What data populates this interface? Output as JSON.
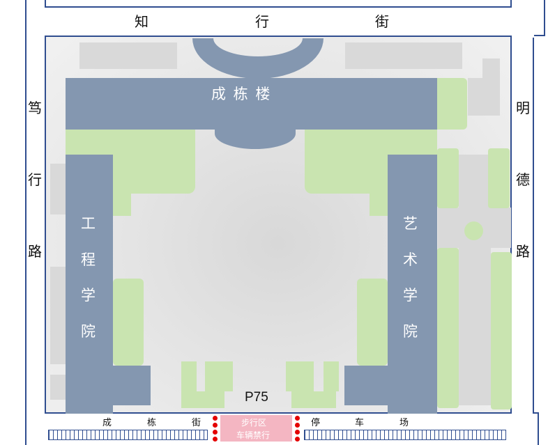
{
  "streets": {
    "north": [
      "知",
      "行",
      "街"
    ],
    "west": [
      "笃",
      "行",
      "路"
    ],
    "east": [
      "明",
      "德",
      "路"
    ],
    "south": [
      "成",
      "栋",
      "街"
    ]
  },
  "buildings": {
    "main": "成 栋 楼",
    "engineering": [
      "工",
      "程",
      "学",
      "院"
    ],
    "arts": [
      "艺",
      "术",
      "学",
      "院"
    ]
  },
  "parking": {
    "label": "P75",
    "lot": [
      "停",
      "车",
      "场"
    ]
  },
  "pedestrian_zone": {
    "line1": "步行区",
    "line2": "车辆禁行"
  },
  "colors": {
    "building": "#8497b0",
    "grass": "#c9e4b0",
    "plaza": "#d9d9d9",
    "border": "#2f4d8f",
    "pedestrian": "#f4b6c2",
    "bollard": "#e40000"
  }
}
